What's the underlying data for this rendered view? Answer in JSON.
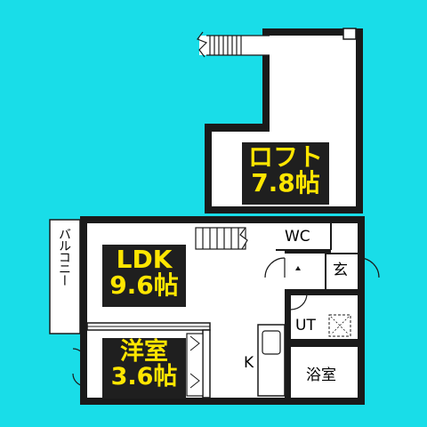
{
  "rooms": {
    "loft": {
      "name": "ロフト",
      "size": "7.8帖"
    },
    "ldk": {
      "name": "LDK",
      "size": "9.6帖"
    },
    "western": {
      "name": "洋室",
      "size": "3.6帖"
    }
  },
  "labels": {
    "wc": "WC",
    "entrance": "玄",
    "ut": "UT",
    "bath": "浴室",
    "kitchen": "K",
    "balcony": "バルコニー"
  },
  "colors": {
    "background": "#19dde8",
    "floor": "#ffffff",
    "wall": "#1a1a1a",
    "tag_bg": "#1f1f1f",
    "tag_text": "#ffe600"
  }
}
